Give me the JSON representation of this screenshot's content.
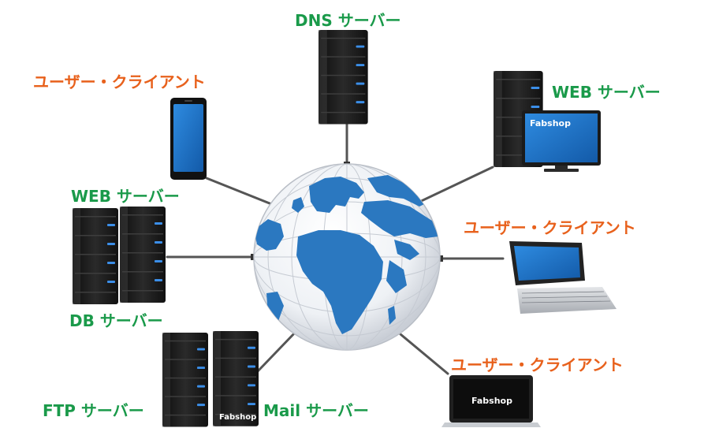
{
  "colors": {
    "server_label": "#1a9a4a",
    "client_label": "#e8611c",
    "globe_ocean": "#f2f4f7",
    "globe_land": "#2b78c0",
    "cable": "#555555",
    "server_body": "#1c1c1c",
    "server_led": "#3b8ee8",
    "screen_blue": "#1f74c9"
  },
  "labels": {
    "dns": "DNS サーバー",
    "client_phone": "ユーザー・クライアント",
    "web_right": "WEB サーバー",
    "web_left": "WEB サーバー",
    "db": "DB サーバー",
    "client_tablet": "ユーザー・クライアント",
    "client_laptop": "ユーザー・クライアント",
    "ftp": "FTP サーバー",
    "mail": "Mail サーバー"
  },
  "screen_brand": {
    "monitor": "Fabshop",
    "laptop": "Fabshop",
    "mail_server": "Fabshop"
  },
  "icons": {
    "globe": "globe-icon",
    "phone": "smartphone-icon",
    "tablet": "tablet-icon",
    "laptop": "laptop-icon",
    "monitor": "monitor-icon",
    "server": "server-tower-icon"
  }
}
